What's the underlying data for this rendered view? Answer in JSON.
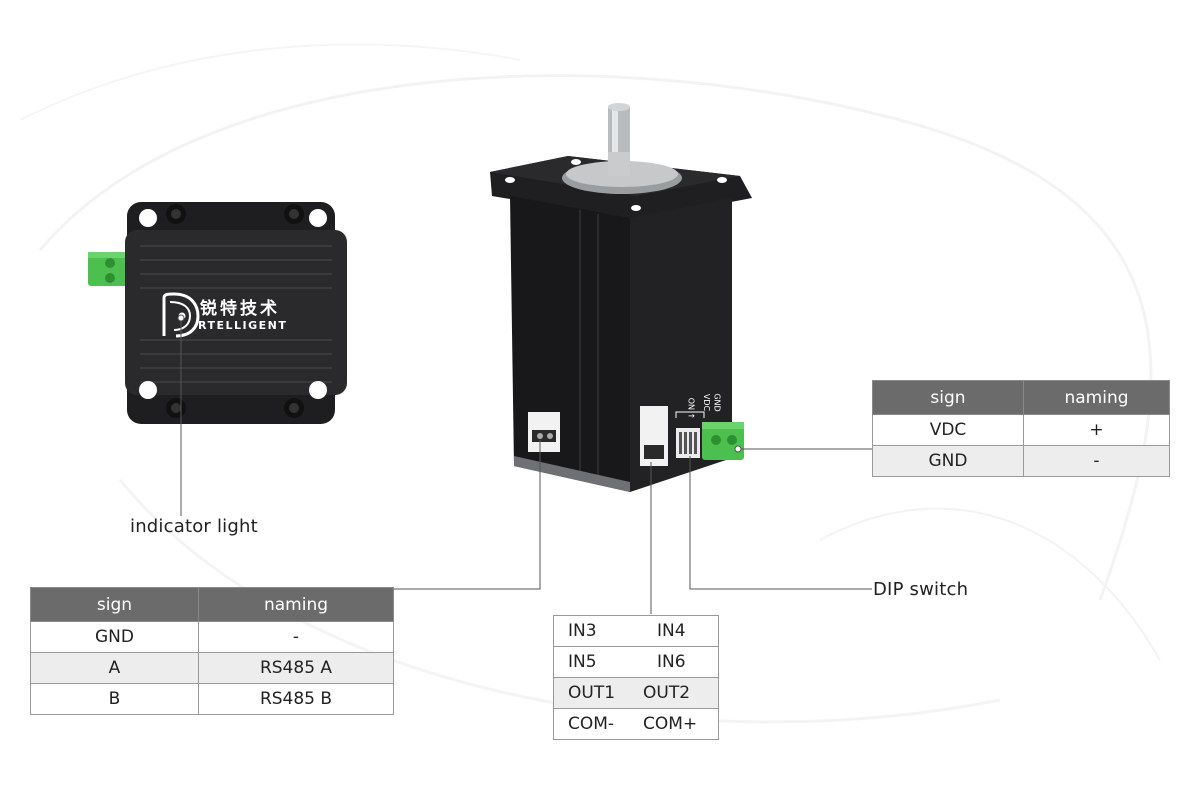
{
  "driver": {
    "brand_cn": "锐特技术",
    "brand_en": "RTELLIGENT"
  },
  "labels": {
    "indicator_light": "indicator light",
    "dip_switch": "DIP switch"
  },
  "power_table": {
    "headers": [
      "sign",
      "naming"
    ],
    "rows": [
      [
        "VDC",
        "+"
      ],
      [
        "GND",
        "-"
      ]
    ]
  },
  "rs485_table": {
    "headers": [
      "sign",
      "naming"
    ],
    "rows": [
      [
        "GND",
        "-"
      ],
      [
        "A",
        "RS485 A"
      ],
      [
        "B",
        "RS485 B"
      ]
    ]
  },
  "io_table": {
    "rows": [
      [
        "IN3",
        "IN4"
      ],
      [
        "IN5",
        "IN6"
      ],
      [
        "OUT1",
        "OUT2"
      ],
      [
        "COM-",
        "COM+"
      ]
    ]
  },
  "motor_silkscreen": {
    "power_top": "GND",
    "power_bottom": "VDC",
    "dip_marks": "ON ↑"
  },
  "colors": {
    "header_gray": "#6b6b6b",
    "row_alt": "#ededed",
    "terminal_green": "#4cc04f",
    "motor_body": "#1c1c1e"
  }
}
